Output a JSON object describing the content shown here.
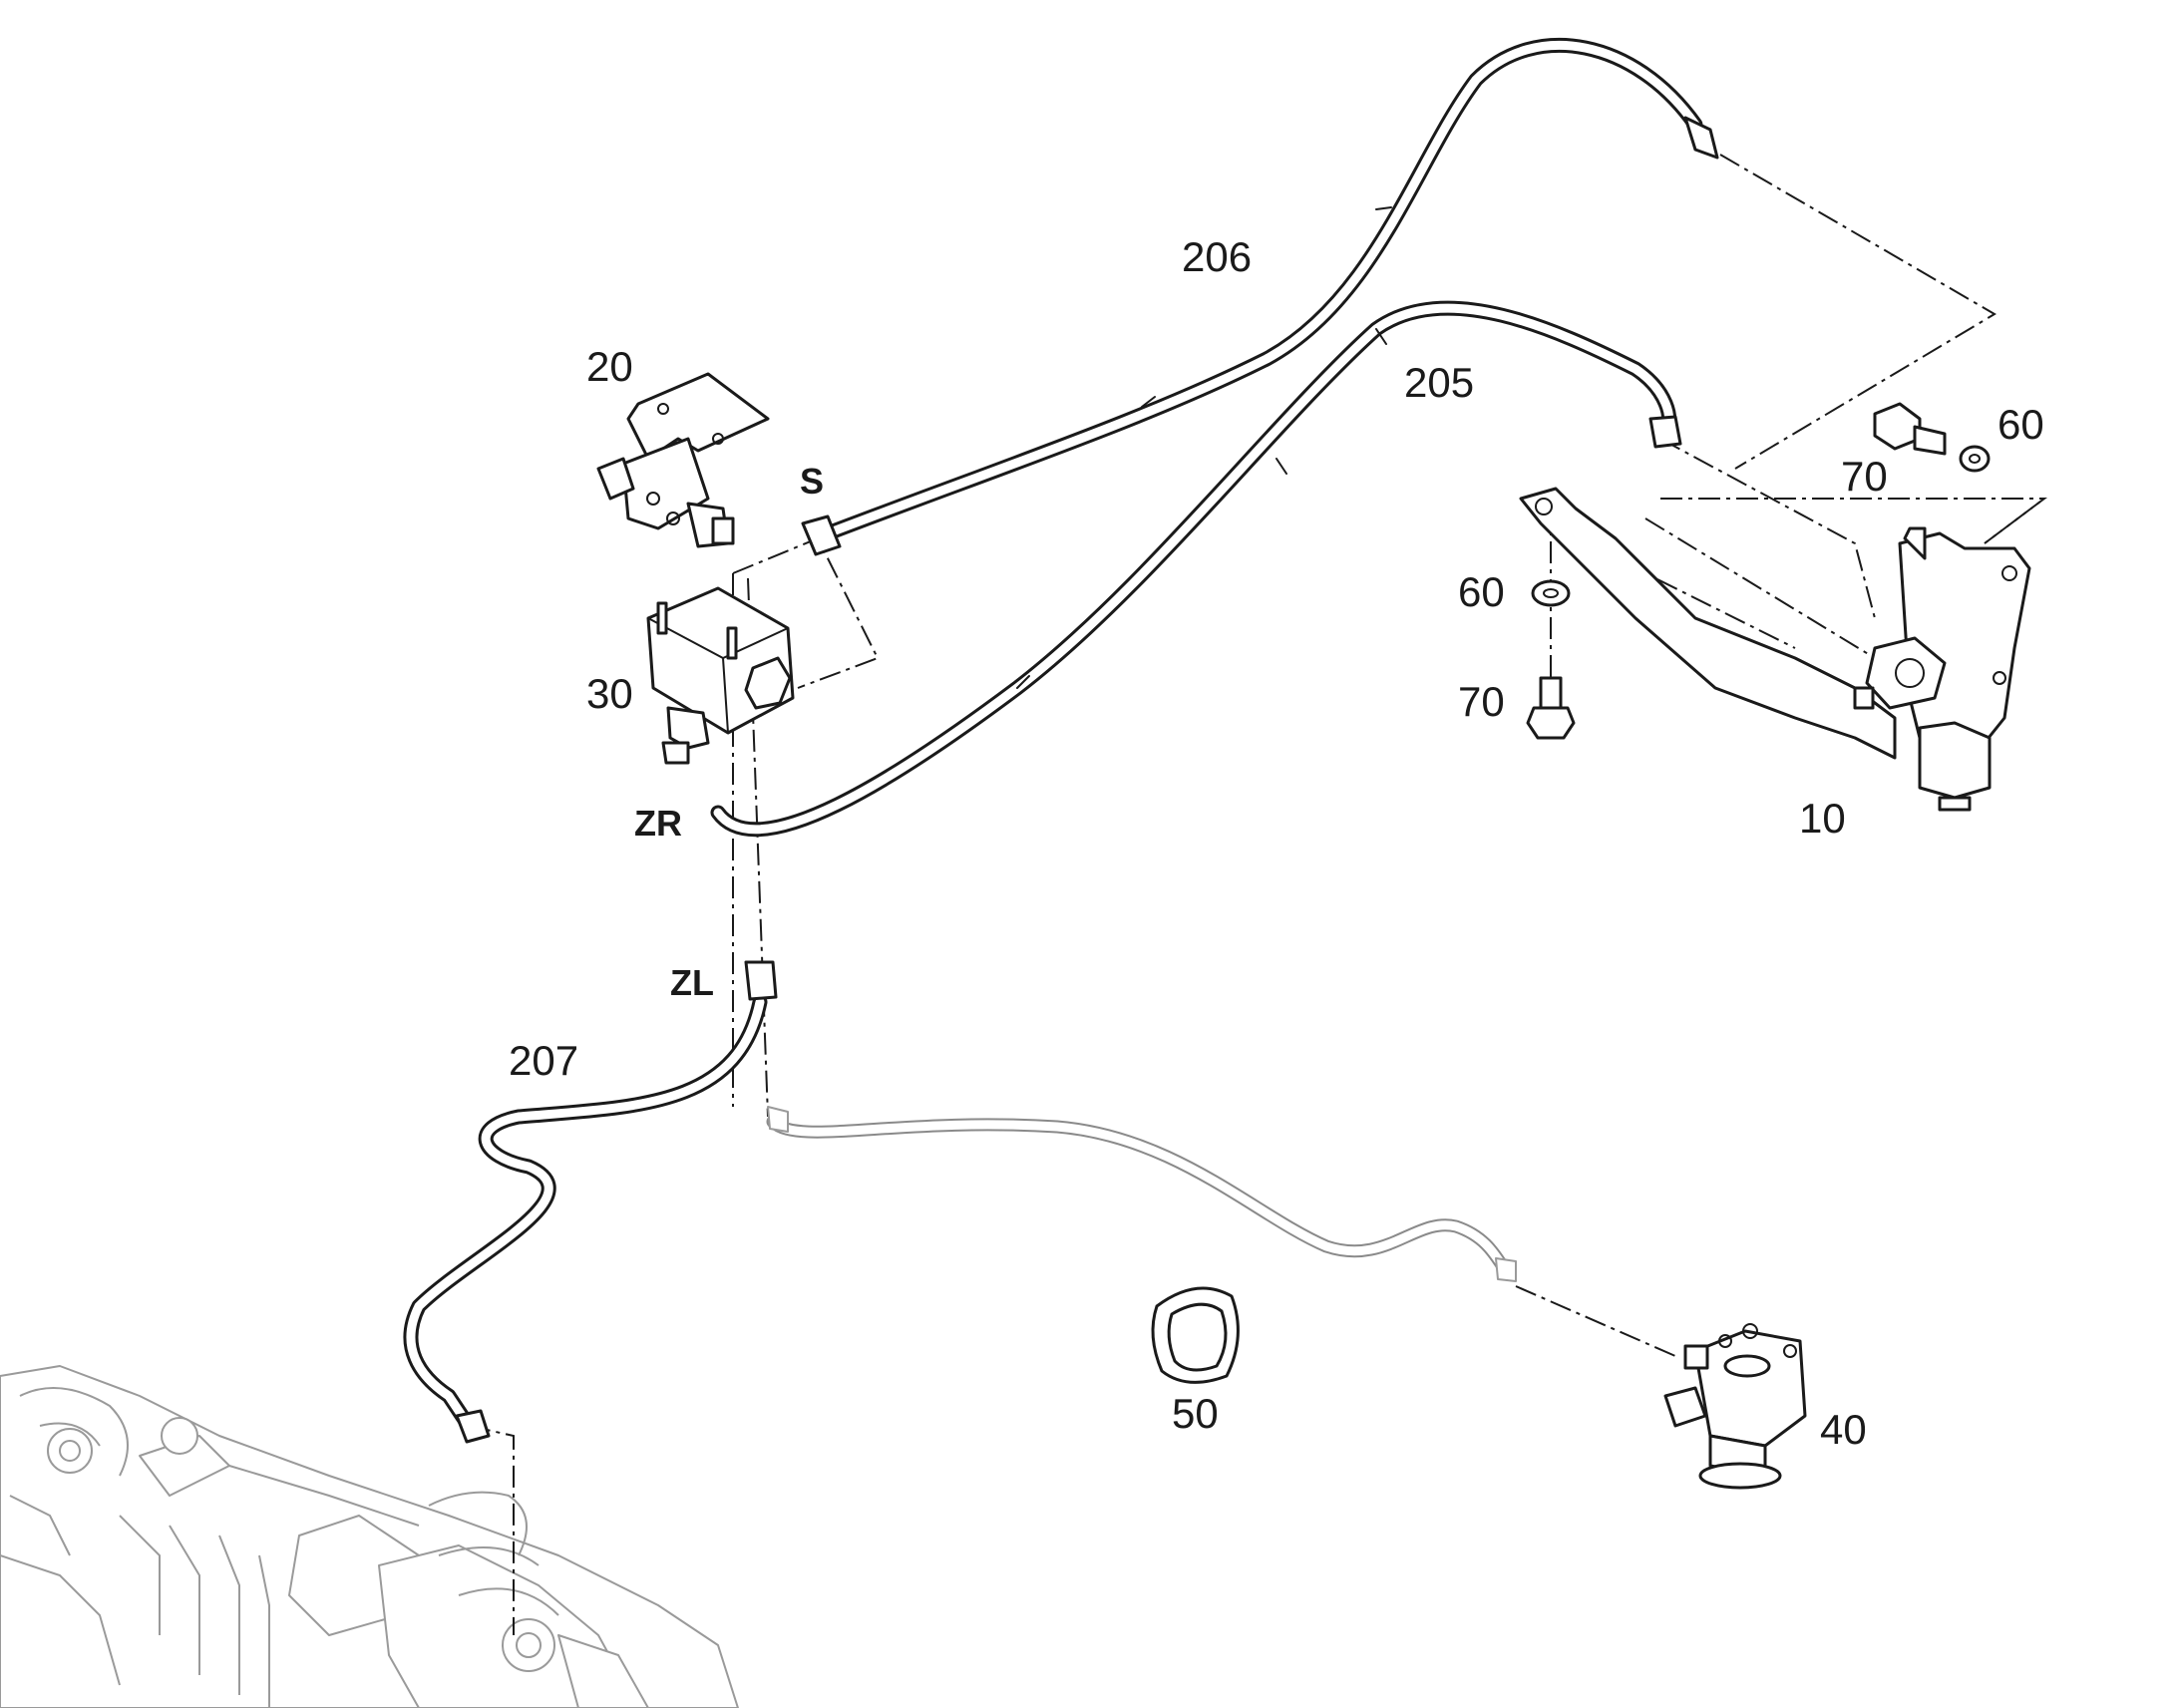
{
  "labels": {
    "p206": "206",
    "p205": "205",
    "p20": "20",
    "s": "S",
    "p60a": "60",
    "p70a": "70",
    "p60b": "60",
    "p70b": "70",
    "p30": "30",
    "p10": "10",
    "zr": "ZR",
    "zl": "ZL",
    "p207": "207",
    "p50": "50",
    "p40": "40"
  }
}
